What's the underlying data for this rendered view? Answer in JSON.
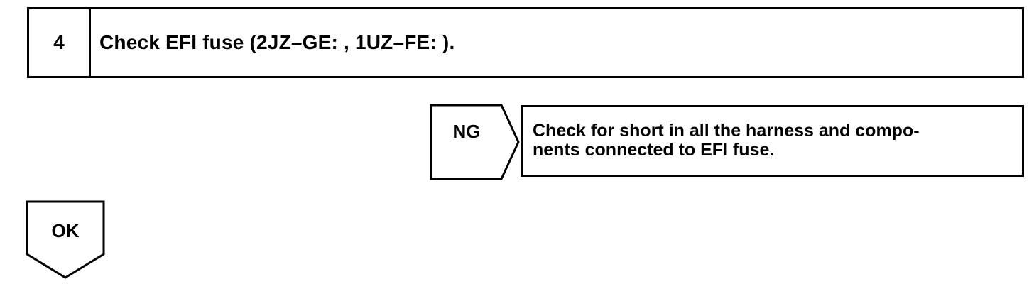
{
  "step": {
    "number": "4",
    "title": "Check EFI fuse (2JZ–GE: , 1UZ–FE: )."
  },
  "ng_branch": {
    "label": "NG",
    "action_lines": [
      "Check for short in all the harness and compo-",
      "nents connected to EFI fuse."
    ]
  },
  "ok_branch": {
    "label": "OK"
  }
}
